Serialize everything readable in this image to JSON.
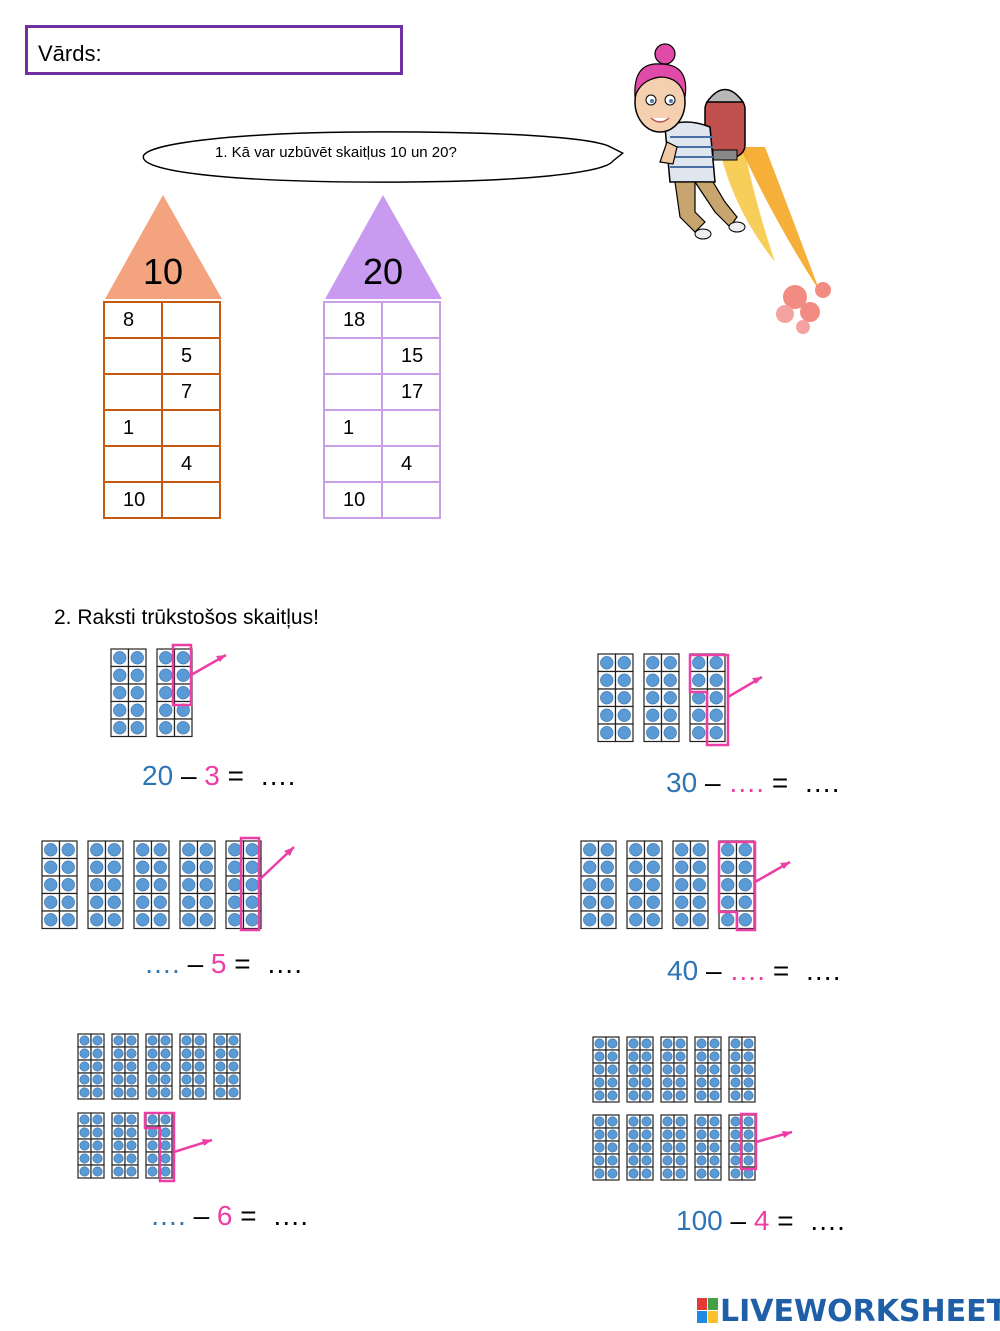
{
  "header": {
    "name_label": "Vārds:"
  },
  "task1": {
    "prompt": "1. Kā var uzbūvēt skaitļus 10 un 20?",
    "house10": {
      "roof": "10",
      "rows": [
        [
          "8",
          ""
        ],
        [
          "",
          "5"
        ],
        [
          "",
          "7"
        ],
        [
          "1",
          ""
        ],
        [
          "",
          "4"
        ],
        [
          "10",
          ""
        ]
      ],
      "color": "#f4a37f",
      "border": "#c55a11"
    },
    "house20": {
      "roof": "20",
      "rows": [
        [
          "18",
          ""
        ],
        [
          "",
          "15"
        ],
        [
          "",
          "17"
        ],
        [
          "1",
          ""
        ],
        [
          "",
          "4"
        ],
        [
          "10",
          ""
        ]
      ],
      "color": "#c89bf0",
      "border": "#c9a0e8"
    }
  },
  "task2": {
    "title": "2. Raksti trūkstošos skaitļus!",
    "equations": [
      {
        "a": "20",
        "op": "–",
        "b": "3",
        "eq": "=",
        "result": "…."
      },
      {
        "a": "30",
        "op": "–",
        "b": "….",
        "eq": "=",
        "result": "…."
      },
      {
        "a": "….",
        "op": "–",
        "b": "5",
        "eq": "=",
        "result": "…."
      },
      {
        "a": "40",
        "op": "–",
        "b": "….",
        "eq": "=",
        "result": "…."
      },
      {
        "a": "….",
        "op": "–",
        "b": "6",
        "eq": "=",
        "result": "…."
      },
      {
        "a": "100",
        "op": "–",
        "b": "4",
        "eq": "=",
        "result": "…."
      }
    ],
    "colors": {
      "dot": "#5b9bd5",
      "highlight": "#ed3ea6",
      "number_blue": "#2e75b6"
    }
  },
  "footer": {
    "logo_text": "LIVEWORKSHEETS"
  }
}
